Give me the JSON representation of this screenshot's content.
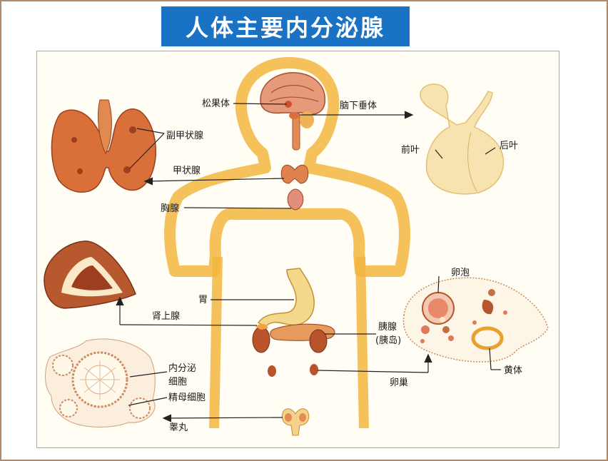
{
  "title": "人体主要内分泌腺",
  "labels": {
    "pineal": "松果体",
    "pituitary": "脑下垂体",
    "anterior_lobe": "前叶",
    "posterior_lobe": "后叶",
    "parathyroid": "副甲状腺",
    "thyroid": "甲状腺",
    "thymus": "胸腺",
    "stomach": "胃",
    "adrenal": "肾上腺",
    "pancreas": "胰腺",
    "pancreas_islet": "(胰岛)",
    "follicle": "卵泡",
    "corpus_luteum": "黄体",
    "ovary": "卵巢",
    "endocrine_cells_1": "内分泌",
    "endocrine_cells_2": "细胞",
    "spermatogonia": "精母细胞",
    "testis": "睾丸"
  },
  "colors": {
    "title_bg": "#1a72c4",
    "body_outline": "#f2b640",
    "organ": "#d9703a",
    "organ_dark": "#9c3f1e",
    "pituitary_fill": "#f6e3b0"
  }
}
